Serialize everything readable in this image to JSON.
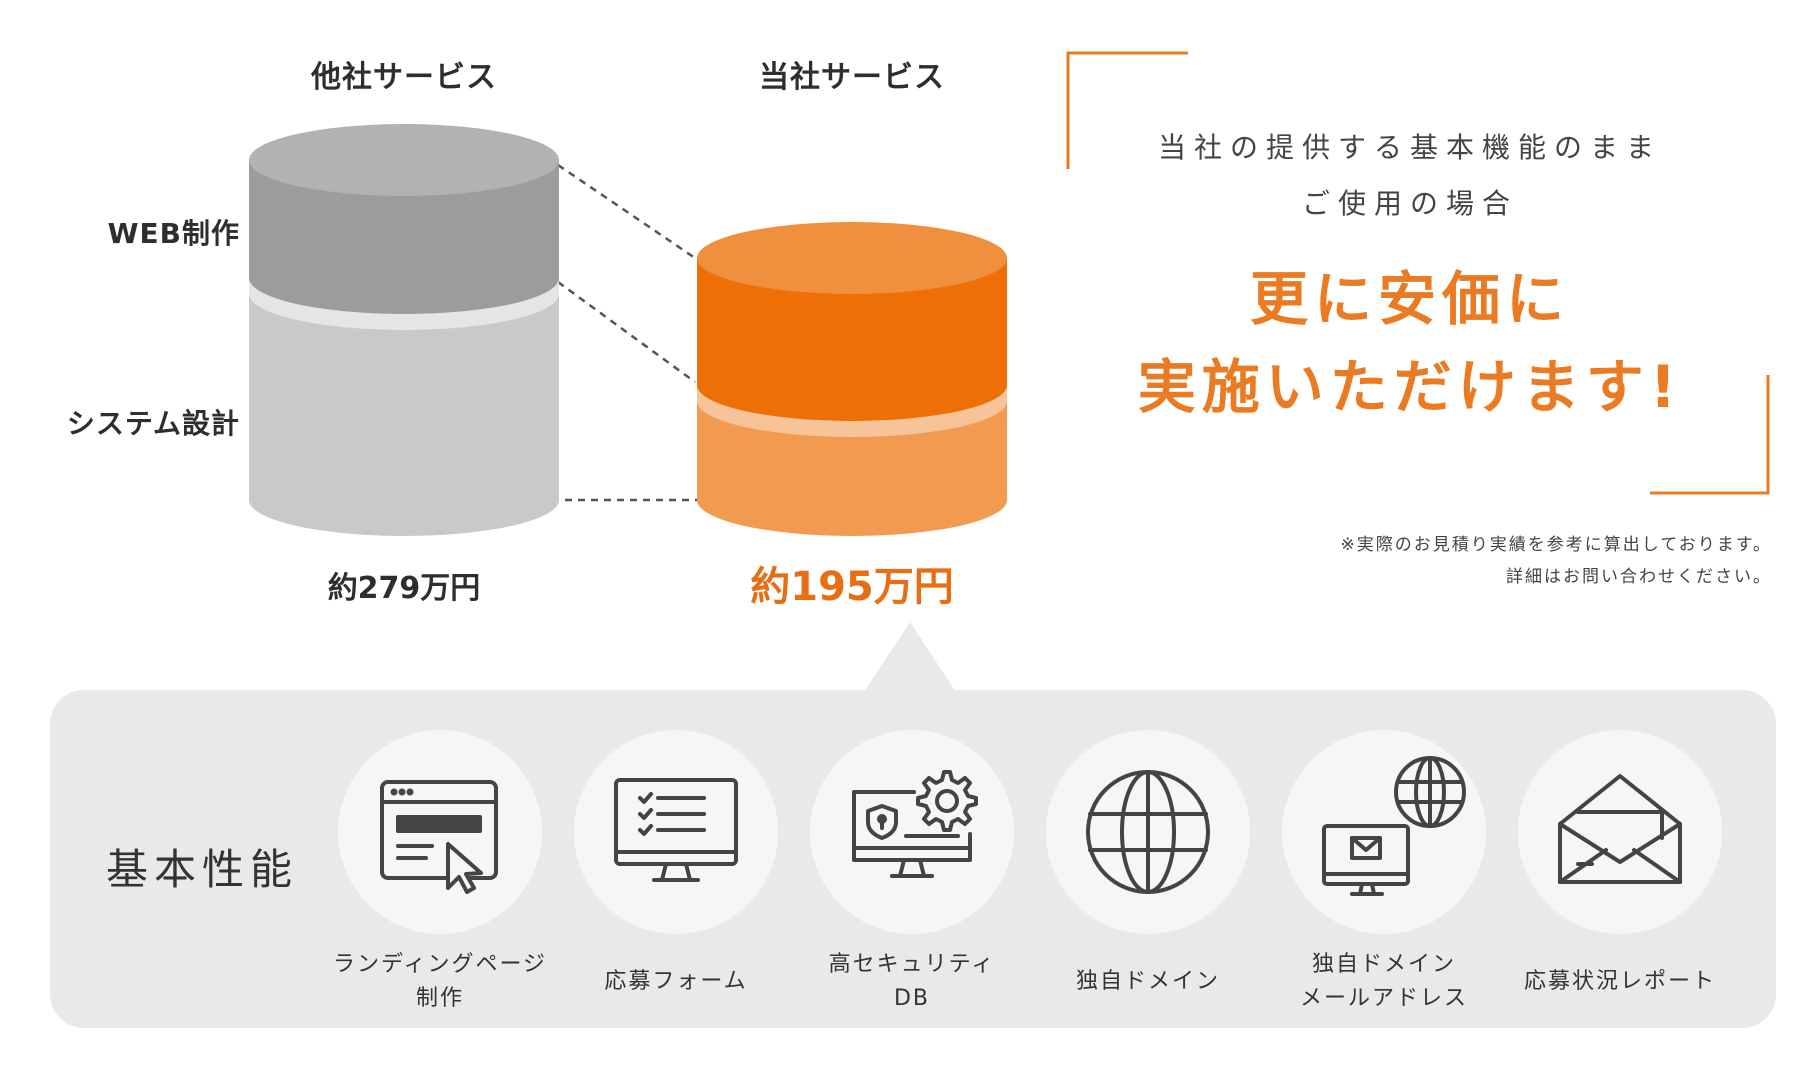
{
  "comparison": {
    "other": {
      "title": "他社サービス",
      "price": "約279万円"
    },
    "ours": {
      "title": "当社サービス",
      "price": "約195万円"
    },
    "layers": {
      "web": "WEB制作",
      "system": "システム設計"
    }
  },
  "message": {
    "condition_line1": "当社の提供する基本機能のまま",
    "condition_line2": "ご使用の場合",
    "headline_line1": "更に安価に",
    "headline_line2": "実施いただけます!",
    "note_line1": "※実際のお見積り実績を参考に算出しております。",
    "note_line2": "詳細はお問い合わせください。"
  },
  "features": {
    "title": "基本性能",
    "items": [
      {
        "icon": "landing-page-icon",
        "line1": "ランディングページ",
        "line2": "制作"
      },
      {
        "icon": "application-form-icon",
        "line1": "応募フォーム",
        "line2": ""
      },
      {
        "icon": "security-db-icon",
        "line1": "高セキュリティ",
        "line2": "DB"
      },
      {
        "icon": "globe-domain-icon",
        "line1": "独自ドメイン",
        "line2": ""
      },
      {
        "icon": "domain-mail-icon",
        "line1": "独自ドメイン",
        "line2": "メールアドレス"
      },
      {
        "icon": "mail-report-icon",
        "line1": "応募状況レポート",
        "line2": ""
      }
    ]
  },
  "colors": {
    "accent": "#ea7b22",
    "orange_dark": "#ed6f06",
    "orange_light": "#f29b50",
    "gray_dark": "#9c9c9c",
    "gray_light": "#c9c9c9",
    "panel": "#e9e9e9"
  }
}
